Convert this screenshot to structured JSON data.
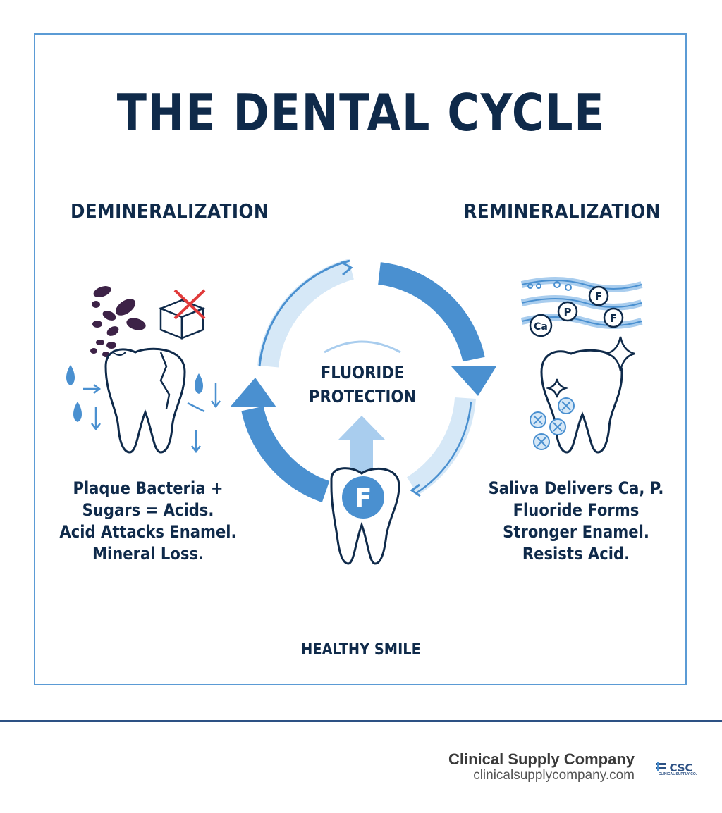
{
  "title": "THE DENTAL CYCLE",
  "left": {
    "heading": "DEMINERALIZATION",
    "description": [
      "Plaque Bacteria +",
      "Sugars = Acids.",
      "Acid Attacks Enamel.",
      "Mineral Loss."
    ]
  },
  "right": {
    "heading": "REMINERALIZATION",
    "description": [
      "Saliva Delivers Ca, P.",
      "Fluoride Forms",
      "Stronger Enamel.",
      "Resists Acid."
    ],
    "ions": [
      "Ca",
      "P",
      "F",
      "F"
    ]
  },
  "center": {
    "label": [
      "FLUORIDE",
      "PROTECTION"
    ],
    "tooth_badge": "F"
  },
  "bottom_label": "HEALTHY SMILE",
  "footer": {
    "company": "Clinical Supply Company",
    "website": "clinicalsupplycompany.com",
    "logo_text": "CLINICAL SUPPLY CO."
  },
  "colors": {
    "navy": "#0f2a4a",
    "blue": "#4a90d0",
    "light_blue": "#d6e8f7",
    "accent_red": "#e03a3a",
    "bacteria": "#3d2247"
  },
  "icons": [
    "bacteria-icon",
    "sugar-cube-icon",
    "water-drop-icon",
    "arrow-icon",
    "decayed-tooth-icon",
    "healthy-tooth-icon",
    "sparkle-icon",
    "mineral-crystal-icon",
    "saliva-wave-icon",
    "fluoride-tooth-icon",
    "cycle-arrow-icon"
  ]
}
